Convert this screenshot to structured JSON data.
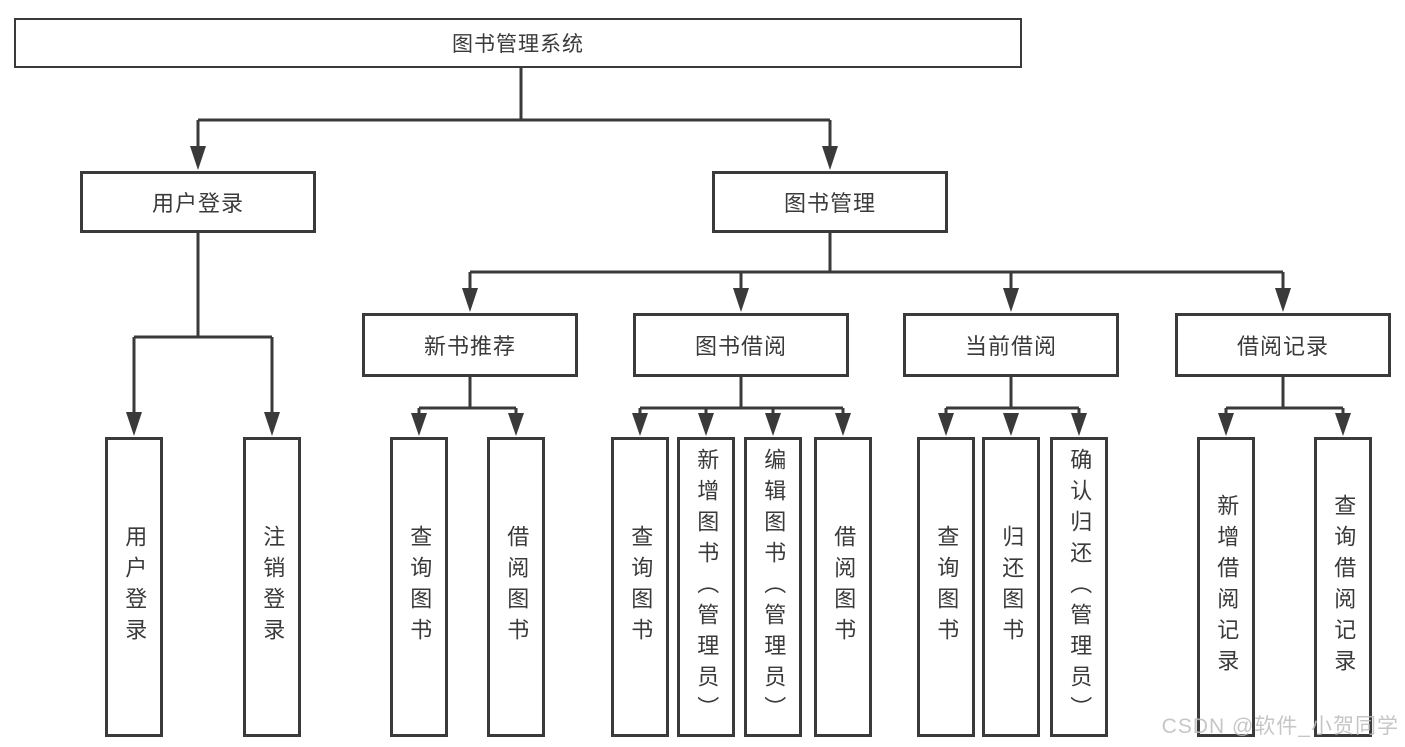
{
  "diagram": {
    "watermark": "CSDN @软件_小贺同学",
    "tree": {
      "label": "图书管理系统",
      "children": [
        {
          "label": "用户登录",
          "children": [
            {
              "label": "用户登录"
            },
            {
              "label": "注销登录"
            }
          ]
        },
        {
          "label": "图书管理",
          "children": [
            {
              "label": "新书推荐",
              "children": [
                {
                  "label": "查询图书"
                },
                {
                  "label": "借阅图书"
                }
              ]
            },
            {
              "label": "图书借阅",
              "children": [
                {
                  "label": "查询图书"
                },
                {
                  "label": "新增图书（管理员）"
                },
                {
                  "label": "编辑图书（管理员）"
                },
                {
                  "label": "借阅图书"
                }
              ]
            },
            {
              "label": "当前借阅",
              "children": [
                {
                  "label": "查询图书"
                },
                {
                  "label": "归还图书"
                },
                {
                  "label": "确认归还（管理员）"
                }
              ]
            },
            {
              "label": "借阅记录",
              "children": [
                {
                  "label": "新增借阅记录"
                },
                {
                  "label": "查询借阅记录"
                }
              ]
            }
          ]
        }
      ]
    }
  }
}
